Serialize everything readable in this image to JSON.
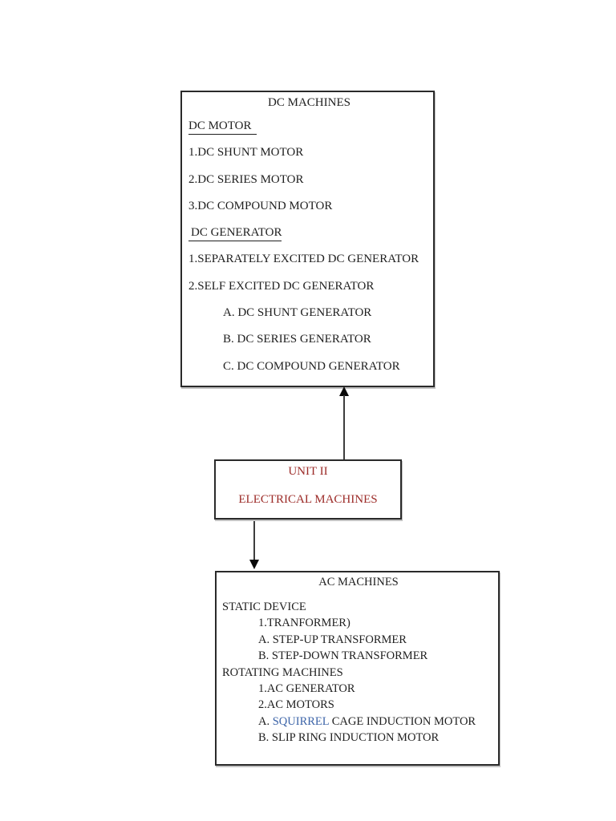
{
  "diagram": {
    "dc_box": {
      "title": "DC MACHINES",
      "motor_heading": "DC MOTOR",
      "motor_items": [
        "1.DC SHUNT MOTOR",
        "2.DC SERIES MOTOR",
        "3.DC COMPOUND MOTOR"
      ],
      "generator_heading": "DC GENERATOR",
      "generator_items": [
        "1.SEPARATELY EXCITED DC GENERATOR",
        "2.SELF EXCITED DC GENERATOR"
      ],
      "generator_subitems": [
        "A. DC SHUNT GENERATOR",
        "B. DC SERIES GENERATOR",
        "C. DC COMPOUND GENERATOR"
      ]
    },
    "unit_box": {
      "line1": "UNIT II",
      "line2": "ELECTRICAL MACHINES"
    },
    "ac_box": {
      "title": "AC MACHINES",
      "static_heading": "STATIC DEVICE",
      "static_items": [
        "1.TRANFORMER)",
        "A. STEP-UP TRANSFORMER",
        "B. STEP-DOWN TRANSFORMER"
      ],
      "rotating_heading": "ROTATING MACHINES",
      "rotating_items": [
        "1.AC GENERATOR",
        "2.AC MOTORS"
      ],
      "induction_a": {
        "prefix": "A. ",
        "highlight": "SQUIRREL",
        "suffix": " CAGE INDUCTION MOTOR"
      },
      "induction_b": "B. SLIP RING INDUCTION MOTOR"
    },
    "colors": {
      "box_border": "#2a2a2a",
      "body_text": "#1f1f1f",
      "unit_text": "#9c2b28",
      "squirrel_highlight": "#3c64a8",
      "arrow": "#0a0a0a"
    }
  }
}
